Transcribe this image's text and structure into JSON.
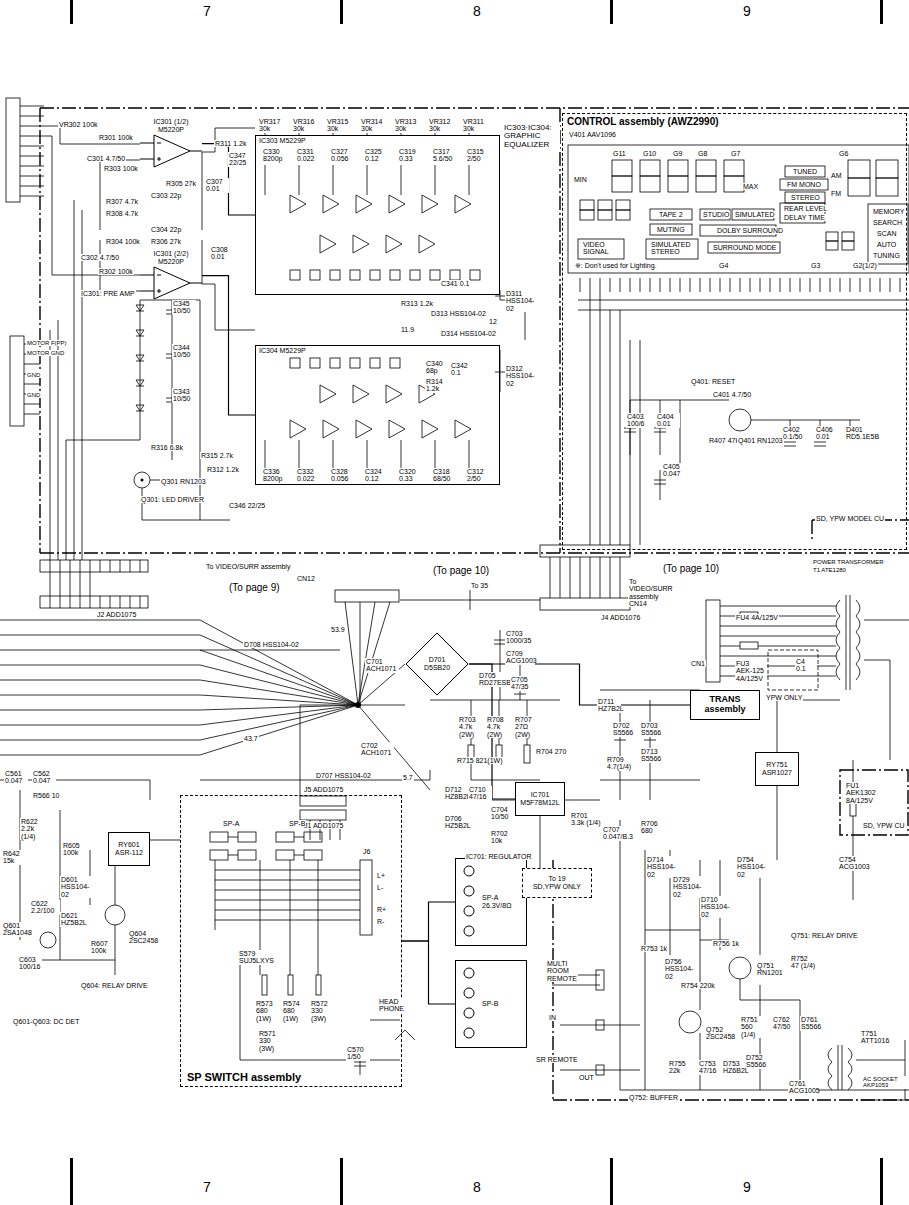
{
  "diagram": {
    "nodes": [
      {
        "text": [
          "CONTROL assembly (AWZ2990)"
        ]
      },
      {
        "text": [
          "IC301 (1/2) M5220P"
        ]
      },
      {
        "text": [
          "IC301 (2/2) M5220P"
        ]
      },
      {
        "text": [
          "IC303 M5229P"
        ]
      },
      {
        "text": [
          "IC304 M5229P"
        ]
      },
      {
        "text": [
          "D701",
          "D5SB20"
        ]
      },
      {
        "text": [
          "IC701",
          "M5F78M12L"
        ]
      },
      {
        "text": [
          "TRANS assembly"
        ]
      },
      {
        "text": [
          "SP SWITCH assembly"
        ]
      },
      {
        "text": [
          "SP-A",
          "26.3V/8Ω"
        ]
      },
      {
        "text": [
          "SP-B"
        ]
      },
      {
        "text": [
          "RY751",
          "ASR1027"
        ]
      },
      {
        "text": [
          "RY601",
          "ASR-112"
        ]
      },
      {
        "text": [
          "To 19",
          "SD,YPW ONLY"
        ]
      }
    ],
    "edges": [
      {
        "from": 1,
        "to": 3,
        "arrow": "none"
      },
      {
        "from": 2,
        "to": 4,
        "arrow": "none"
      },
      {
        "from": 7,
        "to": 5,
        "arrow": "none"
      },
      {
        "from": 5,
        "to": 6,
        "arrow": "none"
      },
      {
        "from": 8,
        "to": 9,
        "arrow": "none"
      },
      {
        "from": 8,
        "to": 10,
        "arrow": "none"
      }
    ],
    "labels": [
      "7",
      "8",
      "9",
      "7",
      "8",
      "9",
      "VR302 100k",
      "R301 100k",
      "C301 4.7/50",
      "R303 100k",
      "R305 27k",
      "C303 22p",
      "R307 4.7k",
      "R308 4.7k",
      "C304 22p",
      "R306 27k",
      "R304 100k",
      "C302 4.7/50",
      "R302 100k",
      "R311 1.2k",
      "C347 22/25",
      "C307 0.01",
      "C308 0.01",
      "IC301: PRE AMP",
      "C345 10/50",
      "C344 10/50",
      "C343 10/50",
      "R316 6.8k",
      "R315 2.7k",
      "R312 1.2k",
      "Q301 RN1203",
      "Q301: LED DRIVER",
      "C346 22/25",
      "VR317 30k",
      "VR316 30k",
      "VR315 30k",
      "VR314 30k",
      "VR313 30k",
      "VR312 30k",
      "VR311 30k",
      "IC303·IC304: GRAPHIC EQUALIZER",
      "C330 8200p",
      "C331 0.022",
      "C327 0.056",
      "C325 0.12",
      "C319 0.33",
      "C317 5.6/50",
      "C315 2/50",
      "C336 8200p",
      "C332 0.022",
      "C328 0.056",
      "C324 0.12",
      "C320 0.33",
      "C318 68/50",
      "C312 2/50",
      "R313 1.2k",
      "C341 0.1",
      "D313 HSS104-02",
      "D311 HSS104-02",
      "C340 68p",
      "R314 1.2k",
      "C342 0.1",
      "D314 HSS104-02",
      "D312 HSS104-02",
      "12",
      "11.9",
      "V401 AAV1096",
      "G11",
      "G10",
      "G9",
      "G8",
      "G7",
      "G6",
      "TUNED",
      "FM MONO",
      "STEREO",
      "MIN",
      "MAX",
      "AM",
      "FM",
      "TAPE 2",
      "MUTING",
      "STUDIO",
      "SIMULATED",
      "DOLBY SURROUND",
      "VIDEO SIGNAL",
      "SIMULATED STEREO",
      "SURROUND MODE",
      "REAR LEVEL",
      "DELAY TIME",
      "MEMORY",
      "SEARCH",
      "SCAN",
      "AUTO",
      "TUNING",
      "G4",
      "G3",
      "G2(1/2)",
      "※: Don't used for Lighting.",
      "Q401: RESET",
      "C401 4.7/50",
      "R407 47k",
      "Q401 RN1203",
      "C403 100/6",
      "C404 0.01",
      "C405 0.047",
      "C402 0.1/50",
      "C406 0.01",
      "D401 RD5.1E5B",
      "SD, YPW MODEL CU",
      "POWER TRANSFORMER",
      "T1 ATE1280",
      "To VIDEO/SURR assembly",
      "CN12",
      "(To page 9)",
      "(To page 10)",
      "(To page 10)",
      "To VIDEO/SURR assembly CN14",
      "To 35",
      "J2 ADD1075",
      "J4 ADD1076",
      "CN1",
      "D708 HSS104-02",
      "C703 1000/35",
      "C709 ACG1003",
      "C701 ACH1071",
      "D705 RD27ESB",
      "C705 47/35",
      "C702 ACH1071",
      "R703 4.7k (2W)",
      "R708 4.7k (2W)",
      "R707 27Ω (2W)",
      "R704 270",
      "43.7",
      "53.9",
      "5.7",
      "D707 HSS104-02",
      "R715 821(1W)",
      "D712 HZ8B2L",
      "C710 47/16",
      "C704 10/50",
      "D706 HZ5B2L",
      "R702 10k",
      "J5 ADD1075",
      "J1 ADD1075",
      "IC701: REGULATOR",
      "R701 3.3k (1/4)",
      "C707 0.047/B.3",
      "R706 680",
      "D711 HZ7B2L",
      "D702 S5566",
      "D703 S5566",
      "D713 S5566",
      "R709 4.7(1/4)",
      "FU4 4A/125V",
      "FU3 AEK-125 4A/125V",
      "C4 0.1",
      "YPW ONLY",
      "FU1 AEK1302 8A/125V",
      "SD, YPW CU",
      "C754 ACG1003",
      "D714 HSS104-02",
      "D729 HSS104-02",
      "D710 HSS104-02",
      "D754 HSS104-02",
      "R753 1k",
      "D756 HSS104-02",
      "R754 220k",
      "R756 1k",
      "Q751 RN1201",
      "Q751: RELAY DRIVE",
      "R752 47 (1/4)",
      "R751 560 (1/4)",
      "C762 47/50",
      "D761 S5566",
      "D752 S5566",
      "Q752 2SC2458",
      "R755 22k",
      "C753 47/16",
      "D753 HZ6B2L",
      "C761 ACG1005",
      "T751 ATT1016",
      "AC SOCKET AKP1053",
      "Q752: BUFFER",
      "MULTI ROOM REMOTE",
      "IN",
      "SR REMOTE",
      "OUT",
      "S579 SUJ5LXYS",
      "R573 680 (1W)",
      "R574 680 (1W)",
      "R572 330 (3W)",
      "R571 330 (3W)",
      "HEAD PHONE",
      "C570 1/50",
      "J6",
      "L+",
      "L-",
      "R+",
      "R-",
      "SP-A",
      "SP-B",
      "C561 0.047",
      "C562 0.047",
      "R566 10",
      "R622 2.2k (1/4)",
      "R642 15k",
      "R605 100k",
      "D601 HSS104-02",
      "C622 2.2/100",
      "Q601 2SA1048",
      "D621 HZ5B2L",
      "R607 100k",
      "Q604 2SC2458",
      "C603 100/16",
      "Q604: RELAY DRIVE",
      "Q601-Q603: DC DET",
      "MOTOR F(PP)",
      "MOTOR GND",
      "GND",
      "GND"
    ]
  }
}
